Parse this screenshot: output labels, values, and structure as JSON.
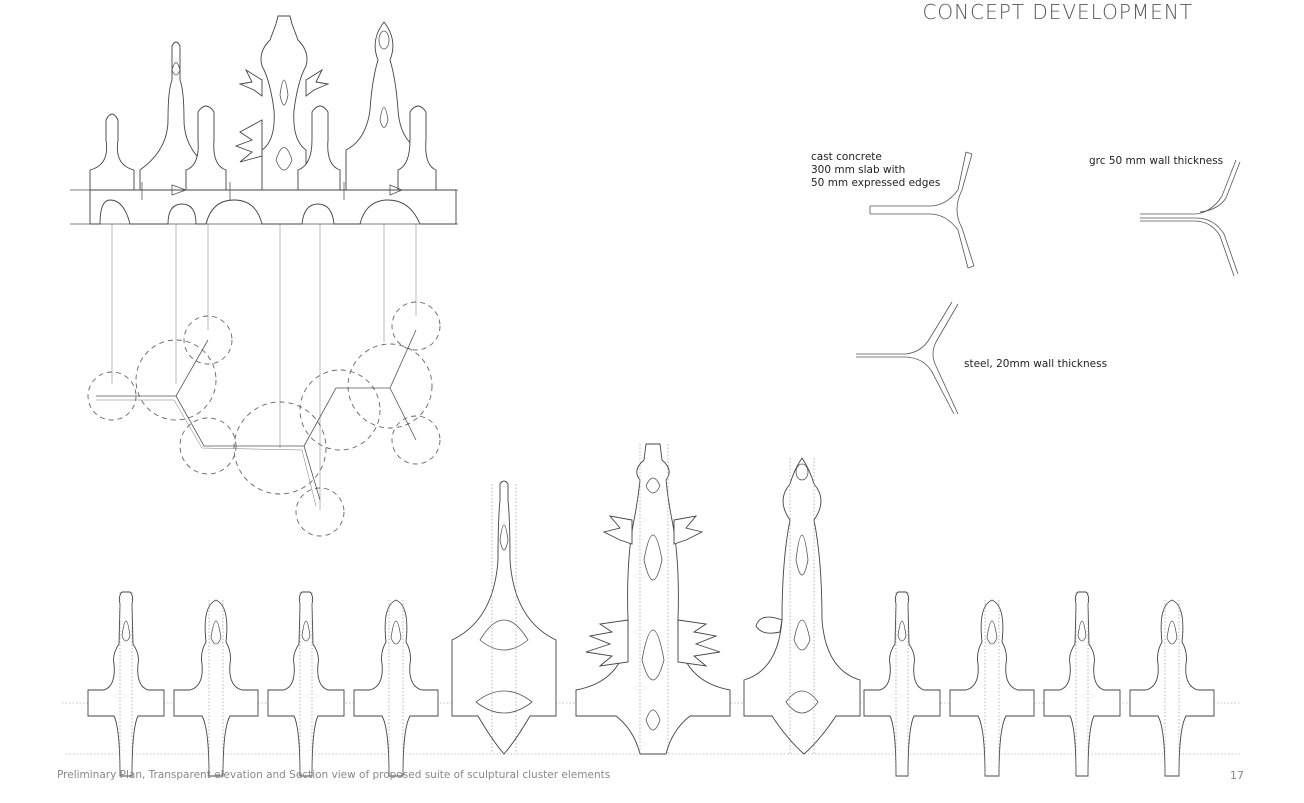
{
  "header": {
    "title": "CONCEPT DEVELOPMENT"
  },
  "annotations": {
    "cast_concrete": "cast concrete\n300 mm slab with\n50 mm expressed edges",
    "grc": "grc 50 mm wall thickness",
    "steel": "steel, 20mm wall thickness"
  },
  "footer": {
    "caption": "Preliminary Plan, Transparent elevation and Section view of proposed suite of sculptural cluster elements",
    "page_number": "17"
  }
}
